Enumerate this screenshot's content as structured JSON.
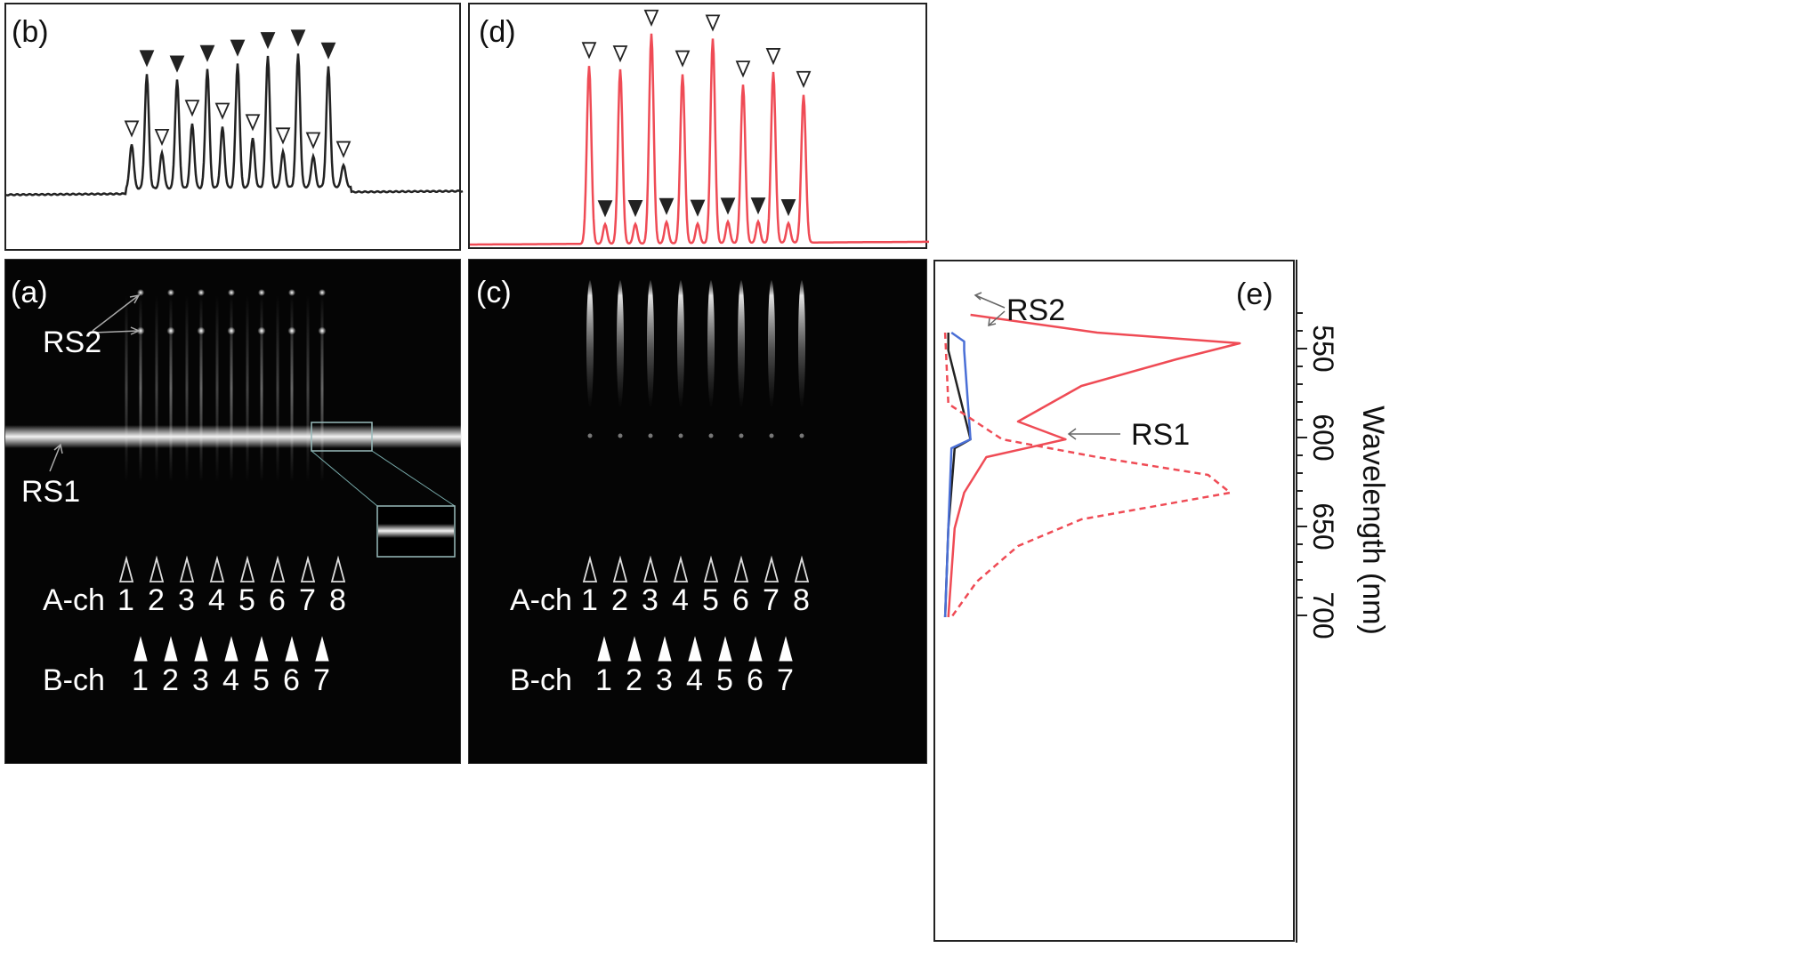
{
  "panels": {
    "a": {
      "label": "(a)"
    },
    "b": {
      "label": "(b)"
    },
    "c": {
      "label": "(c)"
    },
    "d": {
      "label": "(d)"
    },
    "e": {
      "label": "(e)"
    }
  },
  "annotations": {
    "rs1": "RS1",
    "rs2": "RS2"
  },
  "channels": {
    "a_label": "A-ch",
    "b_label": "B-ch",
    "a_numbers": [
      "1",
      "2",
      "3",
      "4",
      "5",
      "6",
      "7",
      "8"
    ],
    "b_numbers": [
      "1",
      "2",
      "3",
      "4",
      "5",
      "6",
      "7"
    ]
  },
  "colors": {
    "black_trace": "#222222",
    "red_trace": "#ef4b55",
    "blue_trace": "#4a6fd6",
    "dark_bg": "#050505"
  },
  "chart_data": {
    "type": "line",
    "orientation": "vertical",
    "ylabel": "Wavelength (nm)",
    "ticks": [
      "550",
      "600",
      "650",
      "700"
    ],
    "series": [
      {
        "color": "black",
        "x": [
          540,
          550,
          600,
          605,
          650,
          700
        ],
        "y": [
          0.03,
          0.03,
          0.1,
          0.05,
          0.03,
          0.02
        ]
      },
      {
        "color": "blue",
        "x": [
          540,
          545,
          550,
          600,
          605,
          650,
          700
        ],
        "y": [
          0.04,
          0.08,
          0.08,
          0.1,
          0.04,
          0.03,
          0.02
        ]
      },
      {
        "color": "red",
        "style": "solid",
        "x": [
          530,
          540,
          546,
          555,
          570,
          590,
          600,
          610,
          630,
          650,
          700
        ],
        "y": [
          0.1,
          0.5,
          0.95,
          0.75,
          0.45,
          0.25,
          0.4,
          0.15,
          0.08,
          0.05,
          0.03
        ]
      },
      {
        "color": "red",
        "style": "dashed",
        "x": [
          540,
          580,
          600,
          610,
          620,
          630,
          645,
          660,
          680,
          700
        ],
        "y": [
          0.02,
          0.03,
          0.2,
          0.5,
          0.85,
          0.92,
          0.45,
          0.25,
          0.12,
          0.04
        ]
      }
    ]
  }
}
